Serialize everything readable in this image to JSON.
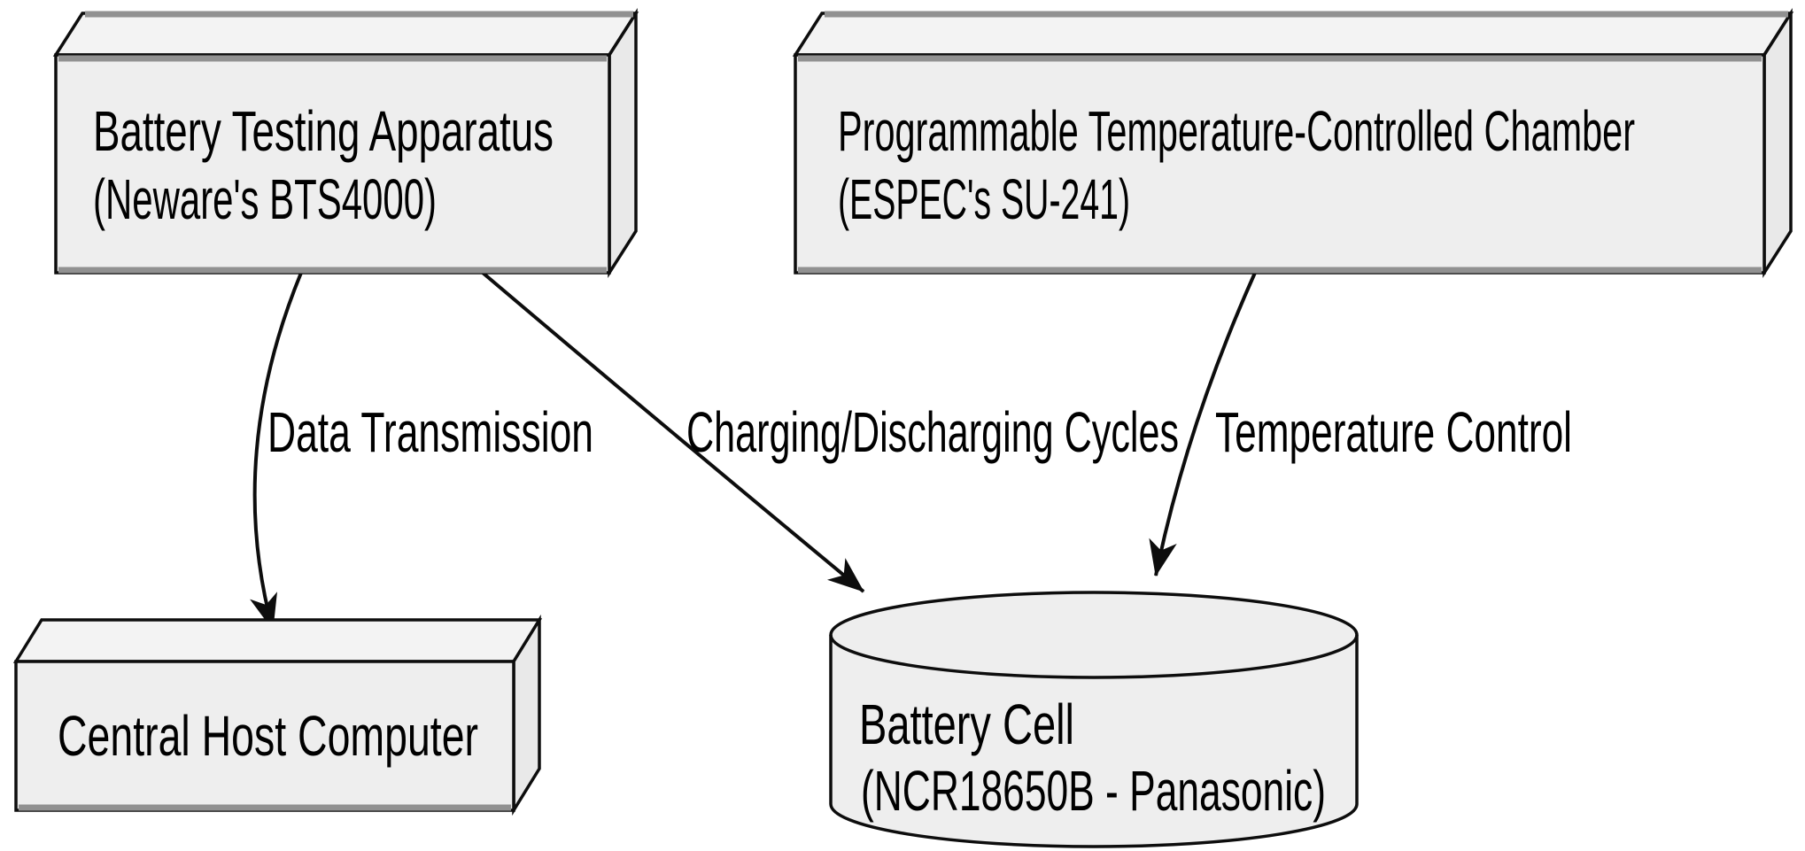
{
  "diagram": {
    "type": "system-architecture-diagram",
    "background": "#ffffff",
    "line_color": "#0d0d0d",
    "node_fill": "#eeeeee",
    "horizontal_edge_gray": "#919191",
    "text_color": "#000000",
    "nodes": {
      "battery_testing": {
        "shape": "box3d",
        "line1": "Battery Testing Apparatus",
        "line2": "(Neware's BTS4000)"
      },
      "temp_chamber": {
        "shape": "box3d",
        "line1": "Programmable Temperature-Controlled Chamber",
        "line2": "(ESPEC's SU-241)"
      },
      "host_computer": {
        "shape": "box3d",
        "line1": "Central Host Computer"
      },
      "battery_cell": {
        "shape": "cylinder",
        "line1": "Battery Cell",
        "line2": "(NCR18650B - Panasonic)"
      }
    },
    "edges": [
      {
        "from": "battery_testing",
        "to": "host_computer",
        "label": "Data Transmission"
      },
      {
        "from": "battery_testing",
        "to": "battery_cell",
        "label": "Charging/Discharging Cycles"
      },
      {
        "from": "temp_chamber",
        "to": "battery_cell",
        "label": "Temperature Control"
      }
    ]
  }
}
